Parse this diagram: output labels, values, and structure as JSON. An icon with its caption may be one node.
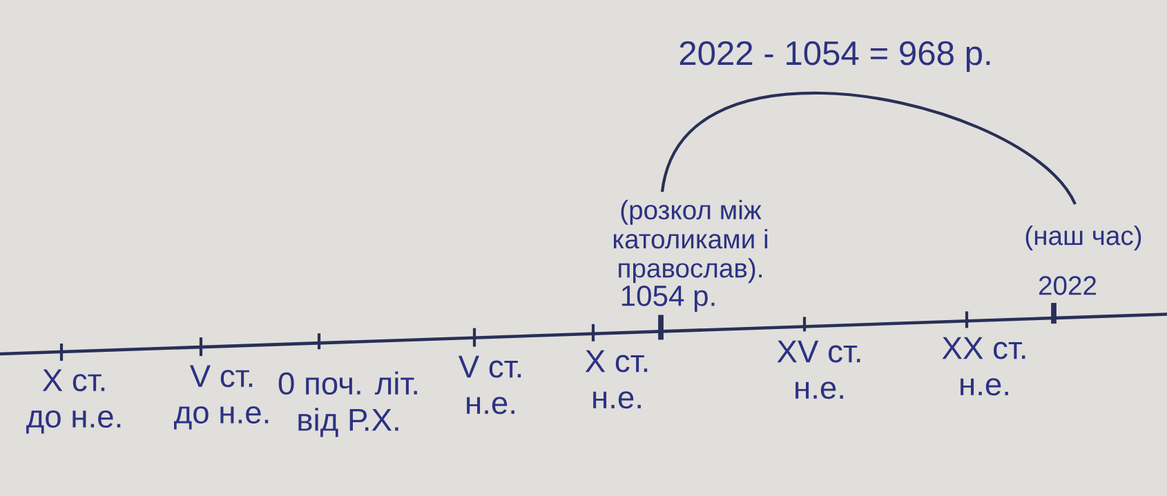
{
  "diagram": {
    "labels": [
      "2022 - 1054 = 968 р.",
      "(розкол між католиками і православ).",
      "1054 р.",
      "(наш час)",
      "2022",
      "X ст. до н.е.",
      "V ст. до н.е.",
      "0 поч. літ. від Р.Х.",
      "V ст. н.е.",
      "X ст. н.е.",
      "XV ст. н.е.",
      "XX ст. н.е."
    ]
  }
}
